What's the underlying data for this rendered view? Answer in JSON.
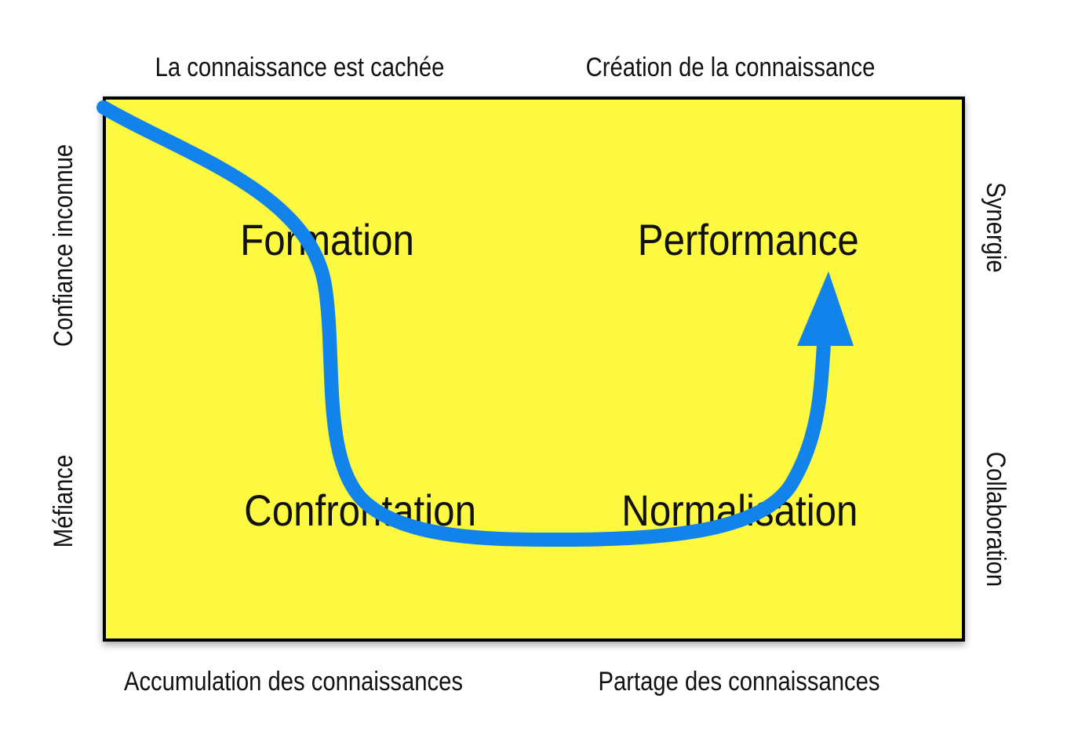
{
  "colors": {
    "panel_fill": "#fdf941",
    "panel_border": "#000000",
    "arrow": "#1383ec",
    "text": "#111111"
  },
  "top_labels": {
    "left": "La connaissance est cachée",
    "right": "Création de la connaissance"
  },
  "bottom_labels": {
    "left": "Accumulation des connaissances",
    "right": "Partage des connaissances"
  },
  "left_labels": {
    "upper": "Confiance inconnue",
    "lower": "Méfiance"
  },
  "right_labels": {
    "upper": "Synergie",
    "lower": "Collaboration"
  },
  "stages": {
    "formation": "Formation",
    "performance": "Performance",
    "confrontation": "Confrontation",
    "normalisation": "Normalisation"
  }
}
